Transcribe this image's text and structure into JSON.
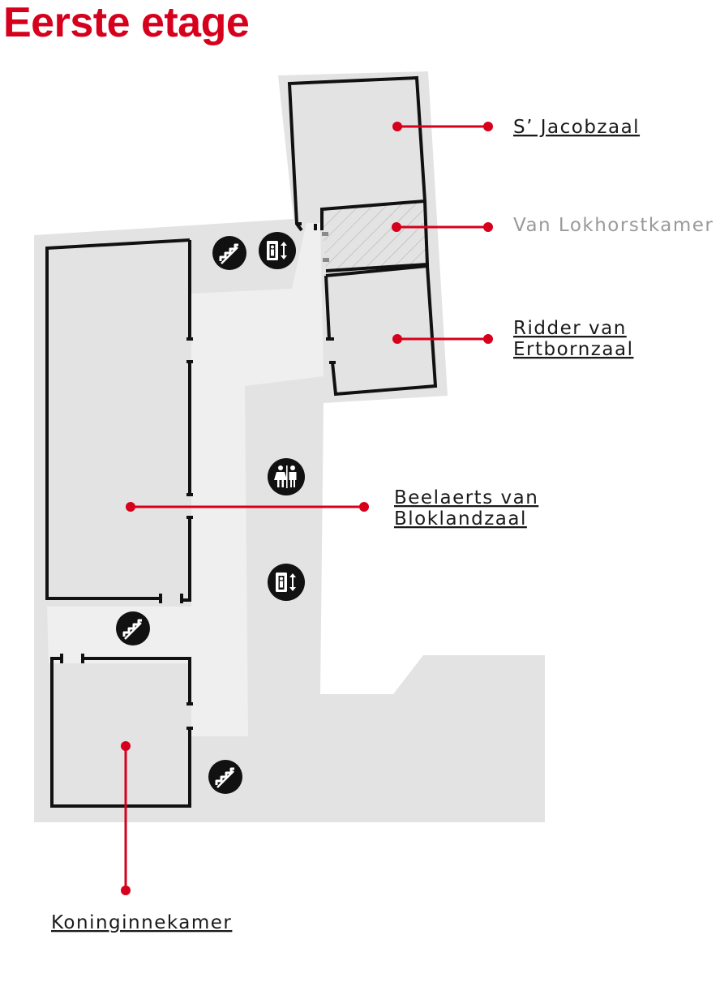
{
  "title": "Eerste etage",
  "rooms": {
    "jacobzaal": "S’ Jacobzaal",
    "lokhorstkamer": "Van Lokhorstkamer",
    "ertborn_line1": "Ridder van",
    "ertborn_line2": "Ertbornzaal",
    "beelaerts_line1": "Beelaerts van",
    "beelaerts_line2": "Bloklandzaal",
    "koninginnekamer": "Koninginnekamer"
  },
  "icons": {
    "stairs": "stairs-icon",
    "elevator": "elevator-icon",
    "toilets": "toilet-icon"
  },
  "colors": {
    "accent": "#d6001c",
    "building_outer": "#e3e3e3",
    "corridor": "#efefef",
    "walls": "#111111",
    "disabled_room_text": "#9a9a9a"
  }
}
